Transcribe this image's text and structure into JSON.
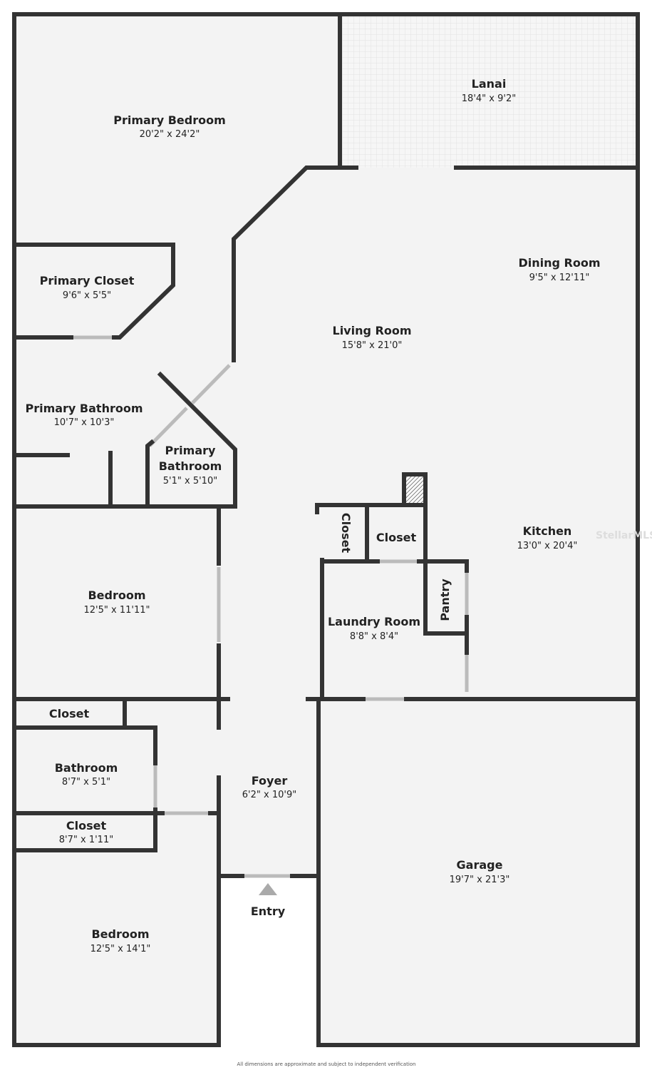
{
  "rooms": {
    "primary_bedroom": {
      "name": "Primary Bedroom",
      "dims": "20'2\" x 24'2\""
    },
    "lanai": {
      "name": "Lanai",
      "dims": "18'4\" x 9'2\""
    },
    "primary_closet": {
      "name": "Primary Closet",
      "dims": "9'6\" x 5'5\""
    },
    "dining_room": {
      "name": "Dining Room",
      "dims": "9'5\" x 12'11\""
    },
    "living_room": {
      "name": "Living Room",
      "dims": "15'8\" x 21'0\""
    },
    "primary_bathroom": {
      "name": "Primary Bathroom",
      "dims": "10'7\" x 10'3\""
    },
    "primary_bathroom_2": {
      "name_line1": "Primary",
      "name_line2": "Bathroom",
      "dims": "5'1\" x 5'10\""
    },
    "kitchen_closet_1": {
      "name": "Closet"
    },
    "kitchen_closet_2": {
      "name": "Closet"
    },
    "kitchen": {
      "name": "Kitchen",
      "dims": "13'0\" x 20'4\""
    },
    "pantry": {
      "name": "Pantry"
    },
    "bedroom_1": {
      "name": "Bedroom",
      "dims": "12'5\" x 11'11\""
    },
    "laundry_room": {
      "name": "Laundry Room",
      "dims": "8'8\" x 8'4\""
    },
    "closet_a": {
      "name": "Closet"
    },
    "bathroom": {
      "name": "Bathroom",
      "dims": "8'7\" x 5'1\""
    },
    "foyer": {
      "name": "Foyer",
      "dims": "6'2\" x 10'9\""
    },
    "closet_b": {
      "name": "Closet",
      "dims": "8'7\" x 1'11\""
    },
    "garage": {
      "name": "Garage",
      "dims": "19'7\" x 21'3\""
    },
    "entry": {
      "name": "Entry"
    },
    "bedroom_2": {
      "name": "Bedroom",
      "dims": "12'5\" x 14'1\""
    }
  },
  "watermark": "StellarMLS",
  "disclaimer": "All dimensions are approximate and subject to independent verification",
  "colors": {
    "floor": "#f3f3f3",
    "wall": "#333333",
    "window": "#bbbbbb"
  }
}
